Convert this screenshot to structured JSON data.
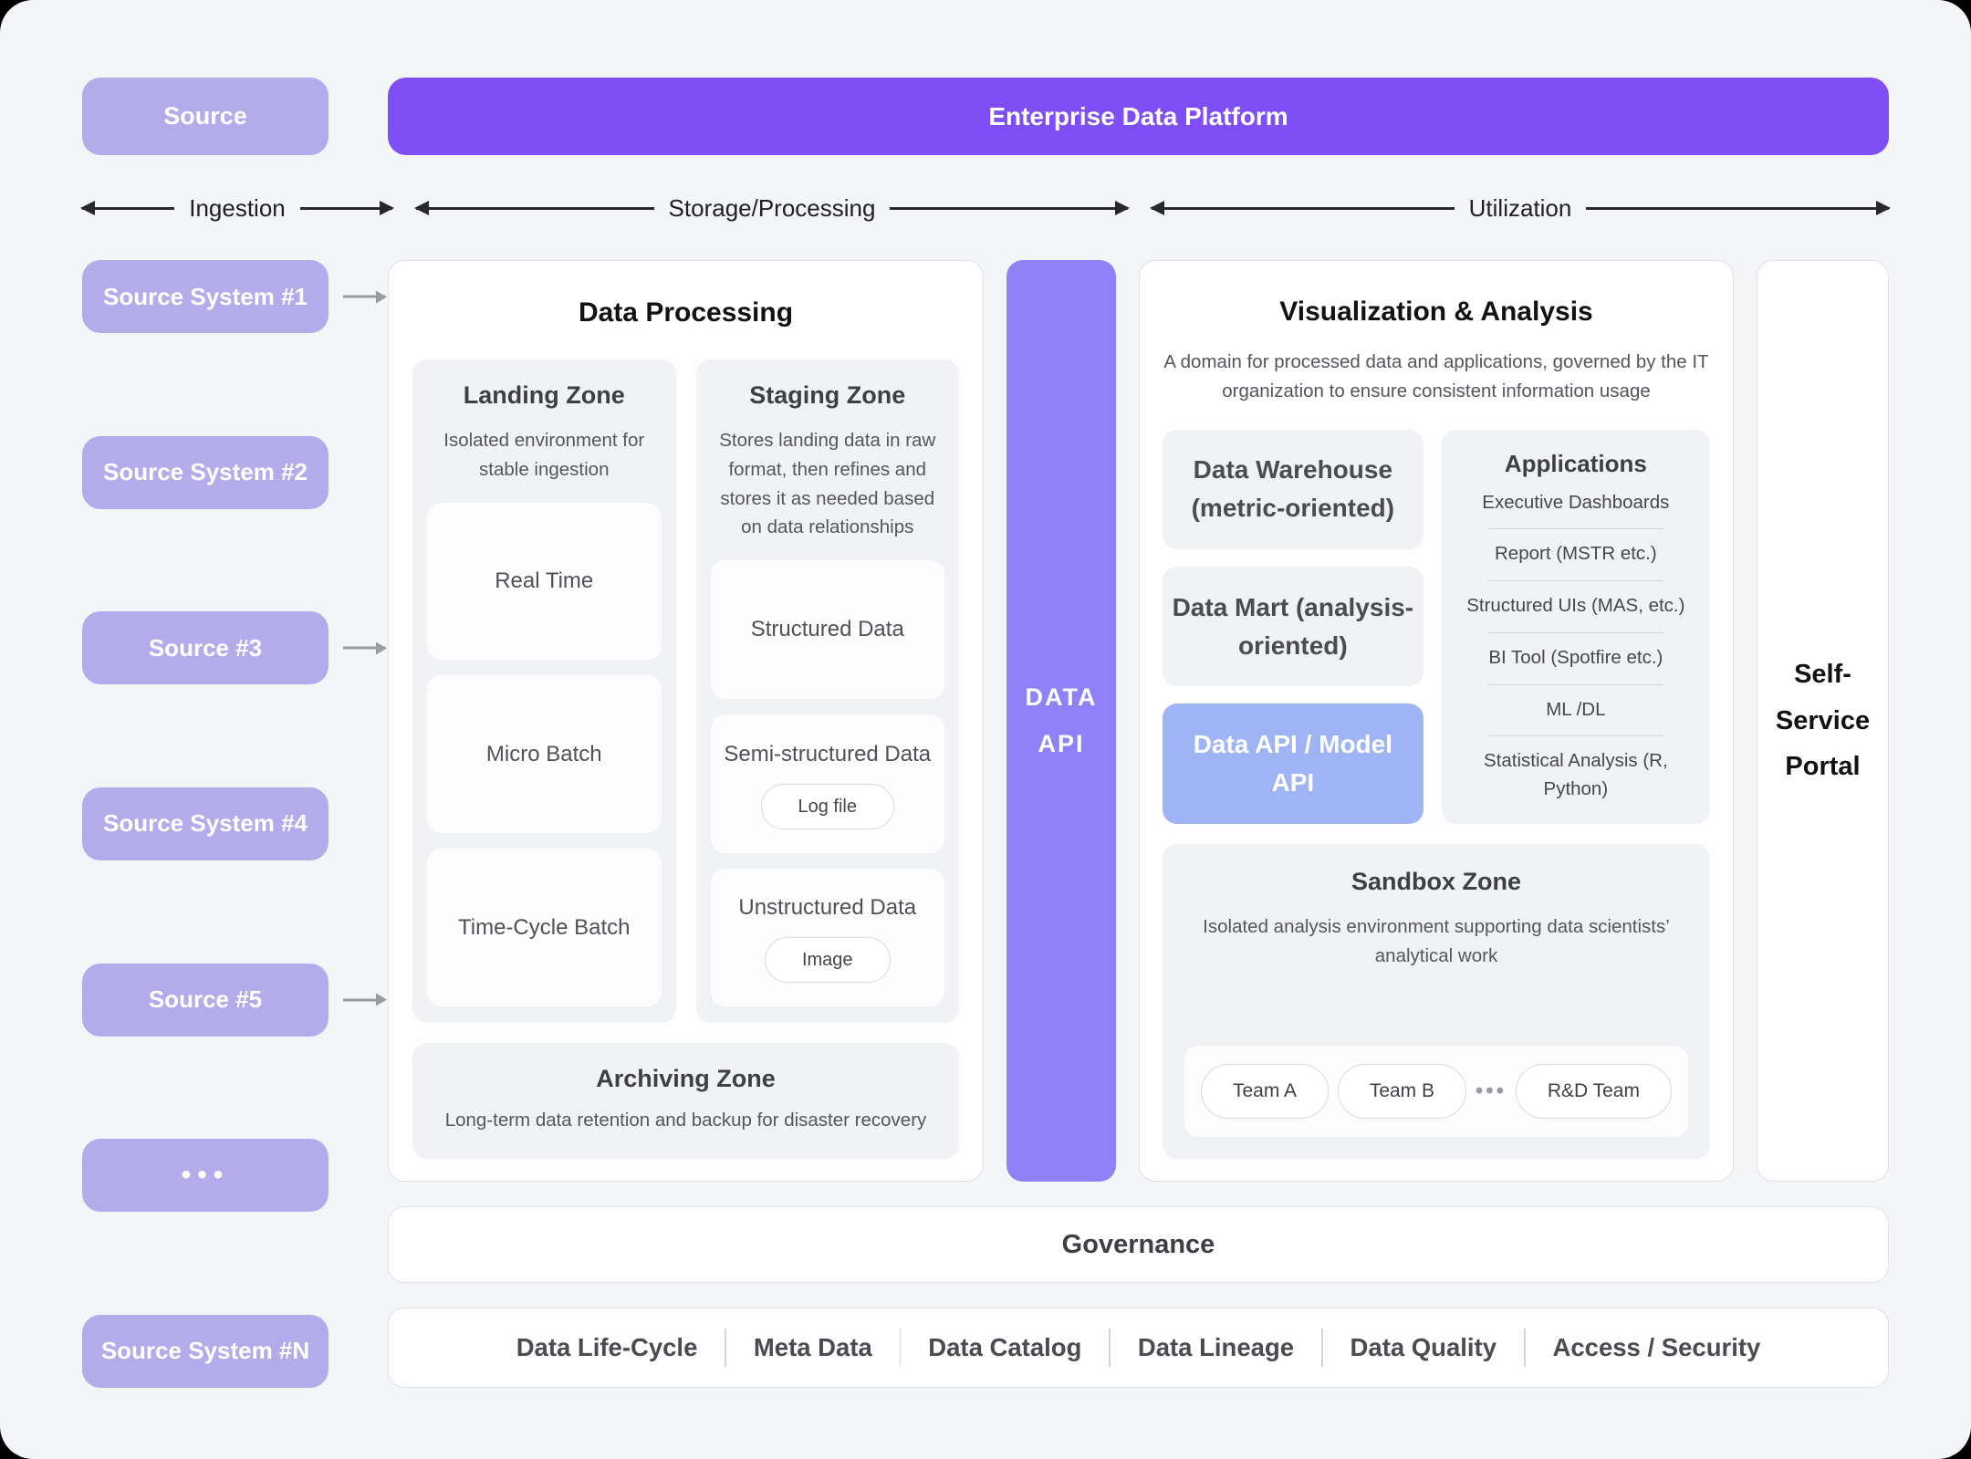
{
  "header": {
    "source_label": "Source",
    "platform_label": "Enterprise Data Platform"
  },
  "section_arrows": [
    {
      "label": "Ingestion"
    },
    {
      "label": "Storage/Processing"
    },
    {
      "label": "Utilization"
    }
  ],
  "sources": [
    {
      "label": "Source System #1"
    },
    {
      "label": "Source System #2"
    },
    {
      "label": "Source #3"
    },
    {
      "label": "Source System #4"
    },
    {
      "label": "Source #5"
    },
    {
      "label": "•••"
    },
    {
      "label": "Source System #N"
    }
  ],
  "processing": {
    "title": "Data Processing",
    "landing": {
      "title": "Landing Zone",
      "desc": "Isolated environment for stable ingestion",
      "items": [
        "Real Time",
        "Micro Batch",
        "Time-Cycle Batch"
      ]
    },
    "staging": {
      "title": "Staging Zone",
      "desc": "Stores landing data in raw format, then refines and stores it as needed based on data relationships",
      "items": [
        {
          "label": "Structured Data",
          "pill": ""
        },
        {
          "label": "Semi-structured Data",
          "pill": "Log file"
        },
        {
          "label": "Unstructured Data",
          "pill": "Image"
        }
      ]
    },
    "archiving": {
      "title": "Archiving Zone",
      "desc": "Long-term data retention and backup for disaster recovery"
    }
  },
  "data_api": {
    "line1": "DATA",
    "line2": "API"
  },
  "visualization": {
    "title": "Visualization & Analysis",
    "desc": "A domain for processed data and applications, governed by the IT organization to ensure consistent information usage",
    "warehouse": "Data Warehouse (metric-oriented)",
    "mart": "Data Mart (analysis-oriented)",
    "api_box": "Data API / Model API",
    "applications": {
      "title": "Applications",
      "items": [
        "Executive Dashboards",
        "Report (MSTR etc.)",
        "Structured UIs (MAS, etc.)",
        "BI Tool (Spotfire etc.)",
        "ML /DL",
        "Statistical Analysis (R, Python)"
      ]
    },
    "sandbox": {
      "title": "Sandbox Zone",
      "desc": "Isolated analysis environment supporting data scientists’ analytical work",
      "teams": [
        "Team A",
        "Team B",
        "R&D Team"
      ],
      "ellipsis": "•••"
    }
  },
  "portal": {
    "label": "Self-\nService\nPortal"
  },
  "governance": {
    "label": "Governance"
  },
  "governance_items": [
    "Data Life-Cycle",
    "Meta Data",
    "Data Catalog",
    "Data Lineage",
    "Data Quality",
    "Access / Security"
  ],
  "colors": {
    "background": "#f4f5f8",
    "purple_primary": "#7e4ef7",
    "purple_light": "#b4abea",
    "purple_api_column": "#9181f8",
    "periwinkle_api_box": "#9fb4f4",
    "zone_gray": "#f1f2f6",
    "panel_white": "#fefefe"
  }
}
